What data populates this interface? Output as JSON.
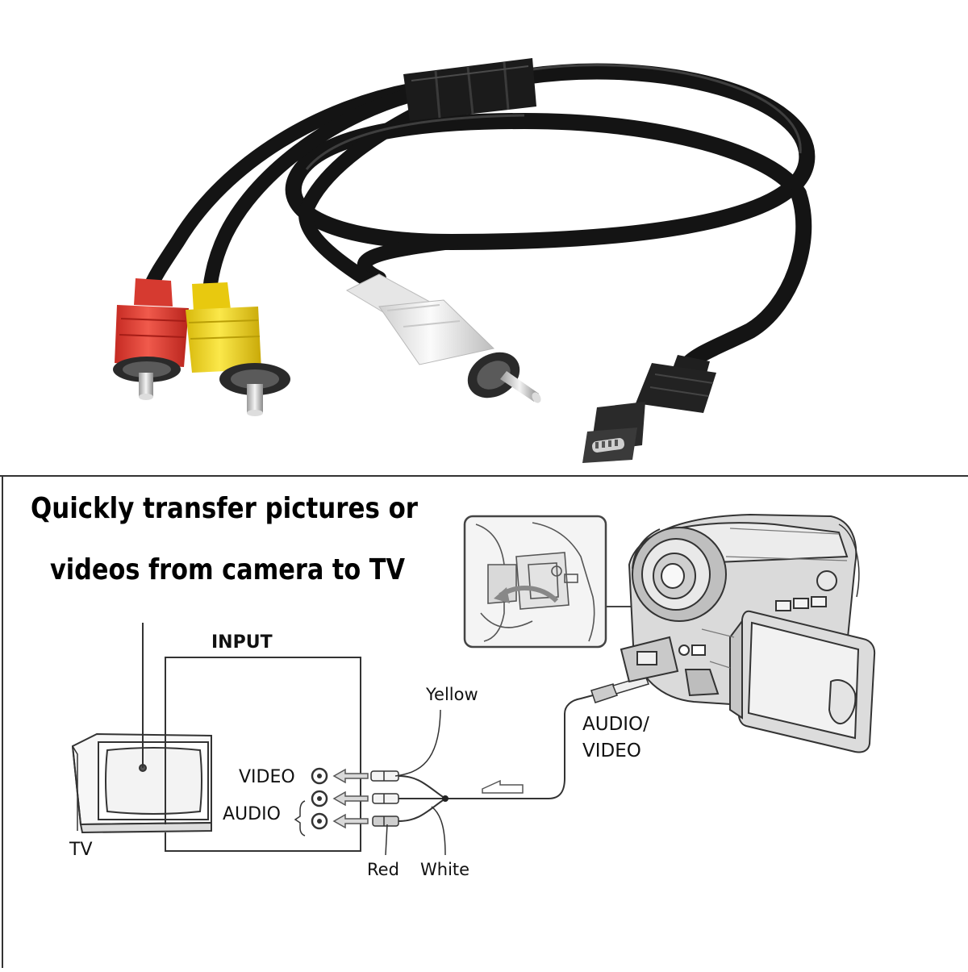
{
  "headline": {
    "line1": "Quickly transfer pictures or",
    "line2": "videos from camera to TV"
  },
  "diagram": {
    "input_label": "INPUT",
    "tv_label": "TV",
    "video_label": "VIDEO",
    "audio_label": "AUDIO",
    "yellow_label": "Yellow",
    "red_label": "Red",
    "white_label": "White",
    "av_label_line1": "AUDIO/",
    "av_label_line2": "VIDEO"
  },
  "colors": {
    "plug_red": "#e8443a",
    "plug_yellow": "#f2d81c",
    "plug_white": "#ececec",
    "cable_black": "#141414",
    "line_art": "#333333"
  },
  "icons": [
    "av-cable-photo",
    "tv-icon",
    "camcorder-icon",
    "port-detail-inset",
    "direction-arrow-icon"
  ]
}
